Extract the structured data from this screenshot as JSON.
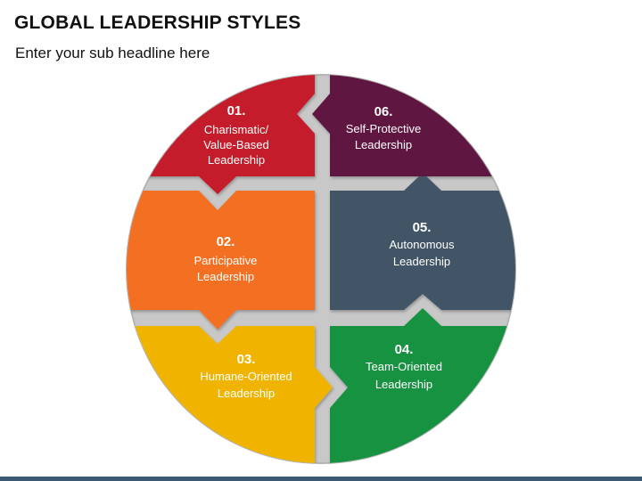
{
  "title": "GLOBAL LEADERSHIP STYLES",
  "subtitle": "Enter your sub headline here",
  "colors": {
    "ring": "#c8c8c8",
    "ring_stroke": "#b4b4b4",
    "footer": "#3a5a74"
  },
  "segments": [
    {
      "number": "01.",
      "lines": [
        "Charismatic/",
        "Value-Based",
        "Leadership"
      ],
      "color": "#c41e2a"
    },
    {
      "number": "02.",
      "lines": [
        "Participative",
        "Leadership"
      ],
      "color": "#f37021"
    },
    {
      "number": "03.",
      "lines": [
        "Humane-Oriented",
        "Leadership"
      ],
      "color": "#f0b400"
    },
    {
      "number": "04.",
      "lines": [
        "Team-Oriented",
        "Leadership"
      ],
      "color": "#13923f"
    },
    {
      "number": "05.",
      "lines": [
        "Autonomous",
        "Leadership"
      ],
      "color": "#435466"
    },
    {
      "number": "06.",
      "lines": [
        "Self-Protective",
        "Leadership"
      ],
      "color": "#5f1840"
    }
  ]
}
